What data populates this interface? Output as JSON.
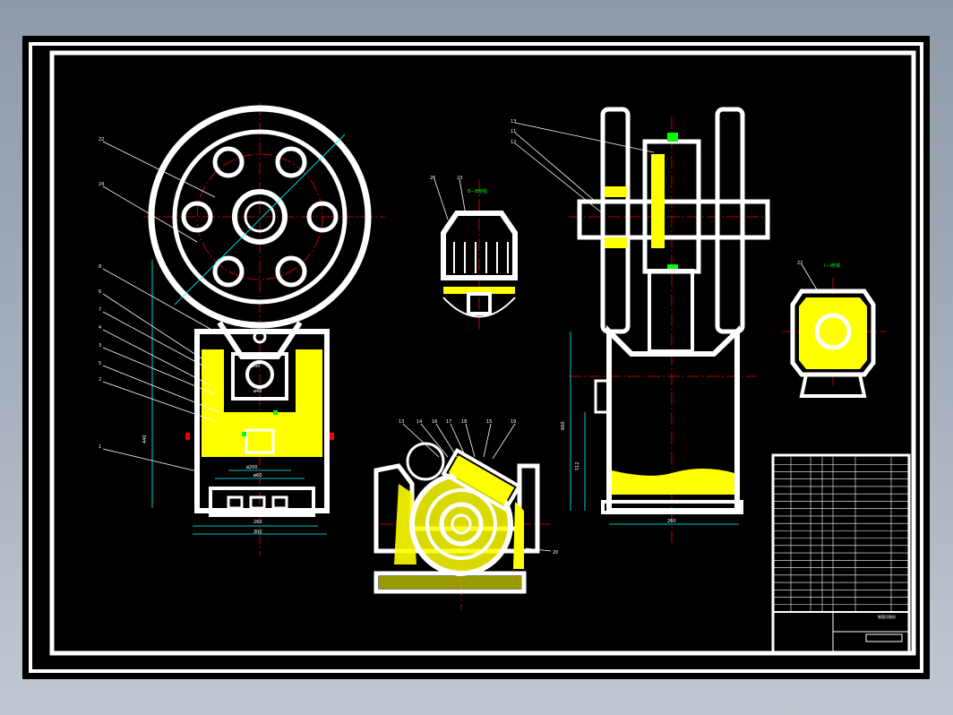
{
  "title_block": {
    "title": "钢管切割机",
    "rows": 21
  },
  "views": {
    "front": {
      "labels": [
        "22",
        "24",
        "8",
        "6",
        "7",
        "4",
        "3",
        "5",
        "2",
        "1"
      ],
      "dims": [
        "ø40",
        "ø48",
        "ø200",
        "ø48",
        "ø60",
        "440",
        "260",
        "300"
      ]
    },
    "motor": {
      "labels": [
        "26",
        "23"
      ],
      "note": "B—B剖视"
    },
    "section": {
      "labels": [
        "13",
        "14",
        "16",
        "17",
        "18",
        "15",
        "19",
        "20"
      ]
    },
    "side": {
      "labels": [
        "13",
        "11",
        "12"
      ],
      "dims": [
        "660",
        "512",
        "260"
      ]
    },
    "detail": {
      "labels": [
        "22"
      ],
      "note": "I—I剖视"
    }
  },
  "colors": {
    "paper": "#000000",
    "line": "#ffffff",
    "hatch": "#ffff00",
    "center": "#ee0000",
    "dim": "#00ffff"
  }
}
